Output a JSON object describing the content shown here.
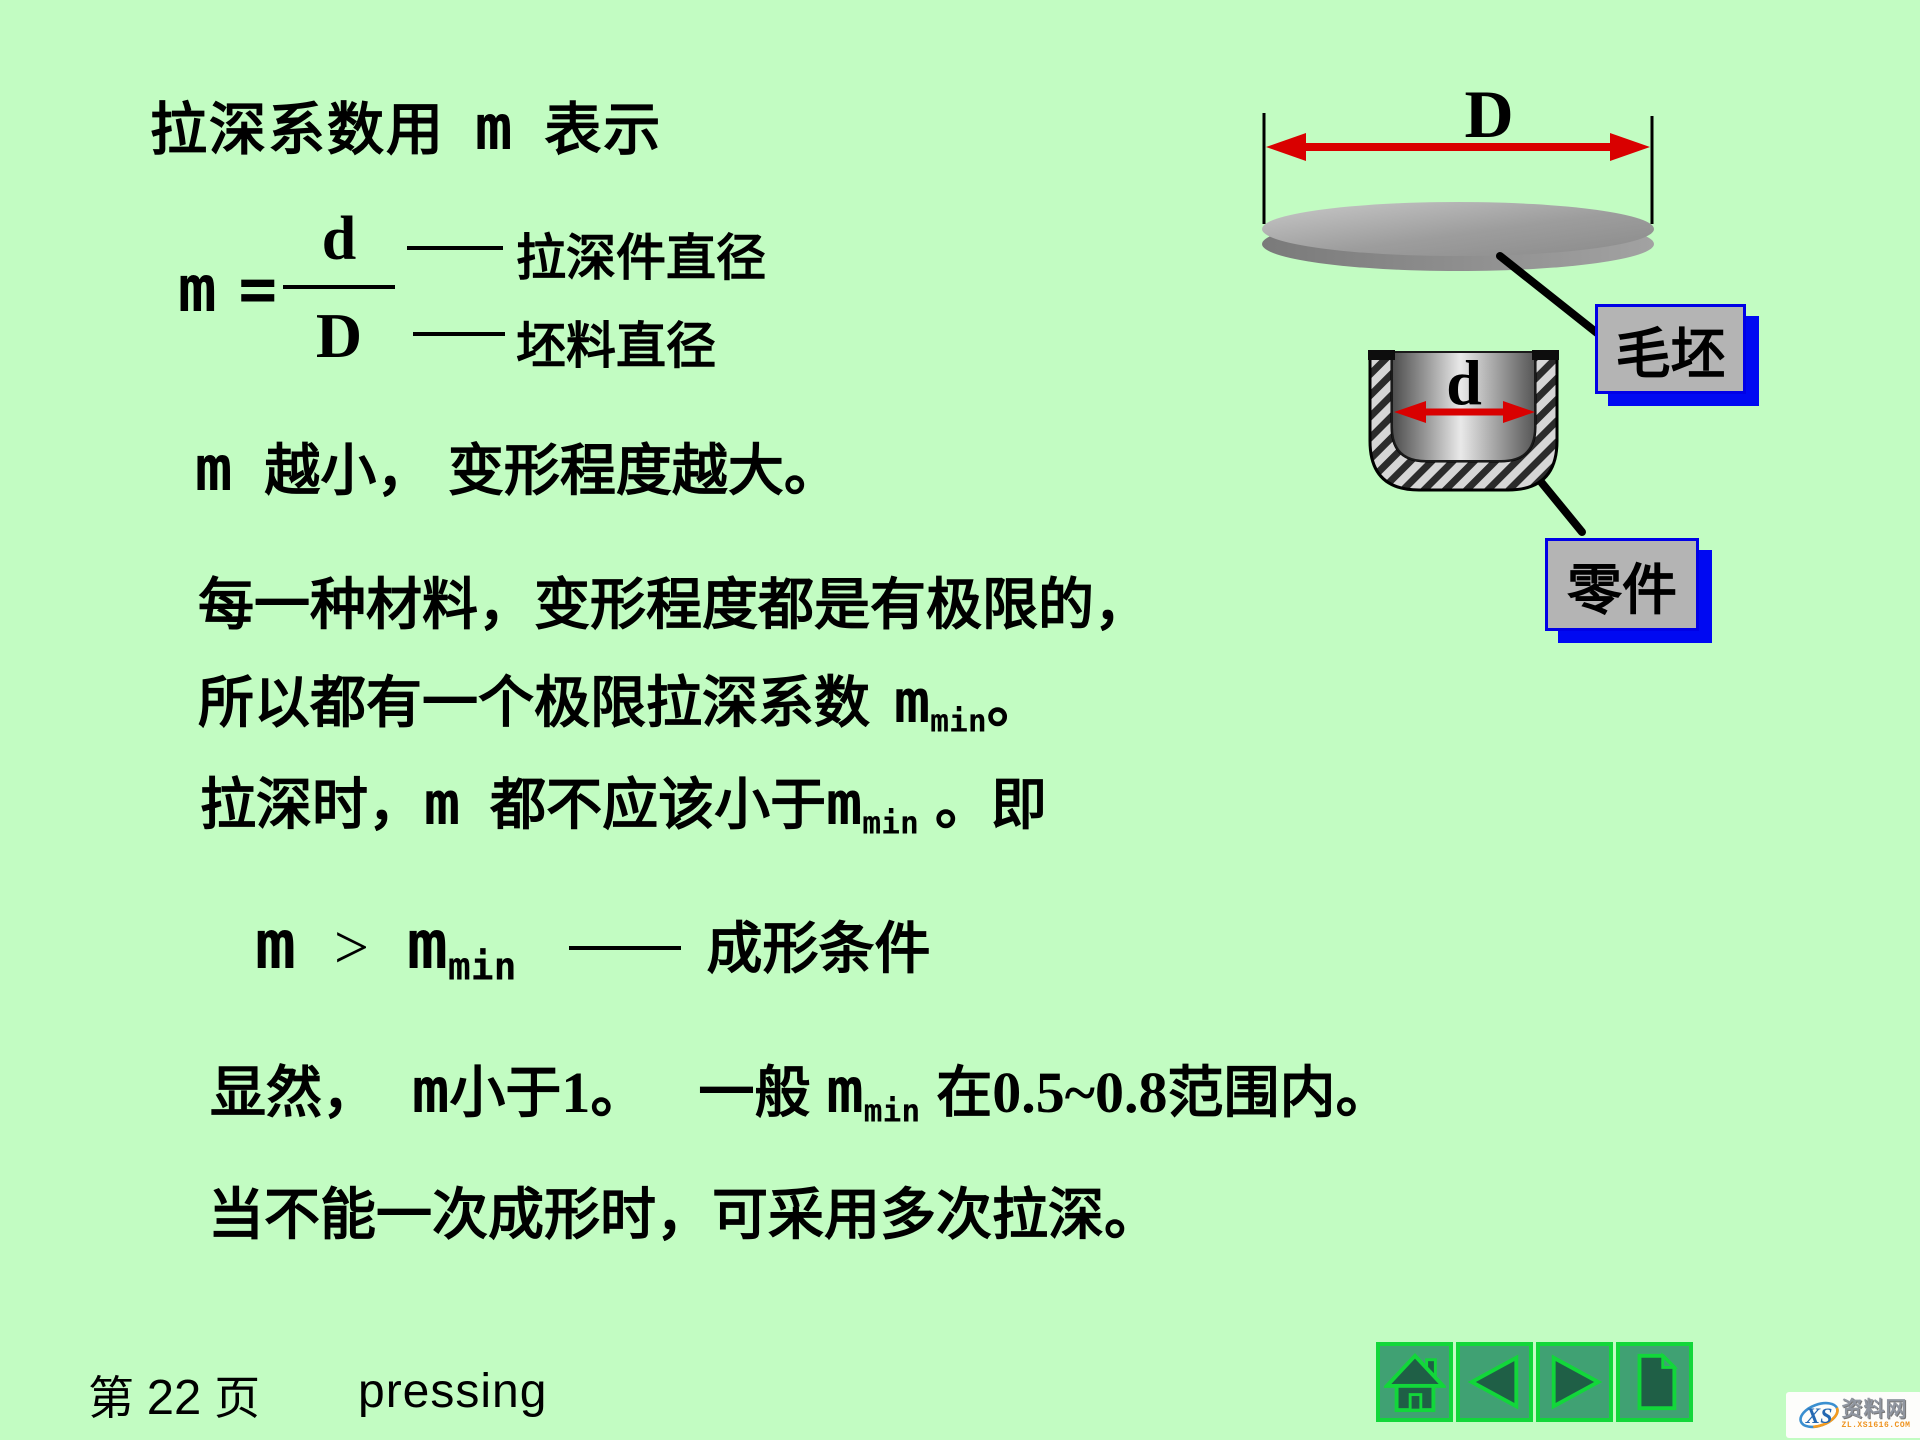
{
  "title": {
    "pre": "拉深系数用",
    "m": "m",
    "post": "表示"
  },
  "formula": {
    "m": "m",
    "eq": "=",
    "num": "d",
    "den": "D",
    "anno_top": "拉深件直径",
    "anno_bottom": "坯料直径"
  },
  "line1": {
    "m": "m",
    "rest": "越小， 变形程度越大。"
  },
  "line2": {
    "text": "每一种材料，变形程度都是有极限的，"
  },
  "line3": {
    "pre": "所以都有一个极限拉深系数",
    "m": "m",
    "sub": "min",
    "post": "。"
  },
  "line4": {
    "pre": "拉深时，",
    "m": "m",
    "mid": "都不应该小于",
    "m2": "m",
    "sub": "min",
    "post": "。即"
  },
  "condition": {
    "m": "m",
    "op": ">",
    "m2": "m",
    "sub": "min",
    "label": "成形条件"
  },
  "line5": {
    "p1": "显然，",
    "m": "m",
    "p2": "小于",
    "n1": "1",
    "p3": "。",
    "p4": "一般",
    "m2": "m",
    "sub": "min",
    "p5": "在",
    "n2": "0.5~0.8",
    "p6": "范围内。"
  },
  "line6": {
    "text": "当不能一次成形时，可采用多次拉深。"
  },
  "footer": {
    "prefix": "第",
    "page_number": "22",
    "suffix": "页",
    "subtitle": "pressing"
  },
  "diagram": {
    "dim_D": "D",
    "dim_d": "d",
    "label_blank": "毛坯",
    "label_part": "零件"
  },
  "nav": {
    "items": [
      {
        "icon": "home-icon"
      },
      {
        "icon": "previous-arrow-icon"
      },
      {
        "icon": "next-arrow-icon"
      },
      {
        "icon": "document-icon"
      }
    ]
  },
  "watermark": {
    "xs": "XS",
    "name": "资料网",
    "url": "ZL.XS1616.COM"
  },
  "colors": {
    "background": "#c2fcc2",
    "arrow_red": "#d90000",
    "box_gray": "#b4b4b4",
    "box_border_blue": "#0000e6",
    "box_shadow_blue": "#0009f2",
    "nav_fill_green": "#40a173",
    "nav_bright_green": "#12d73a",
    "nav_dark_green": "#1f5f46",
    "watermark_orange": "#ef9420",
    "watermark_blue": "#2468b2"
  }
}
